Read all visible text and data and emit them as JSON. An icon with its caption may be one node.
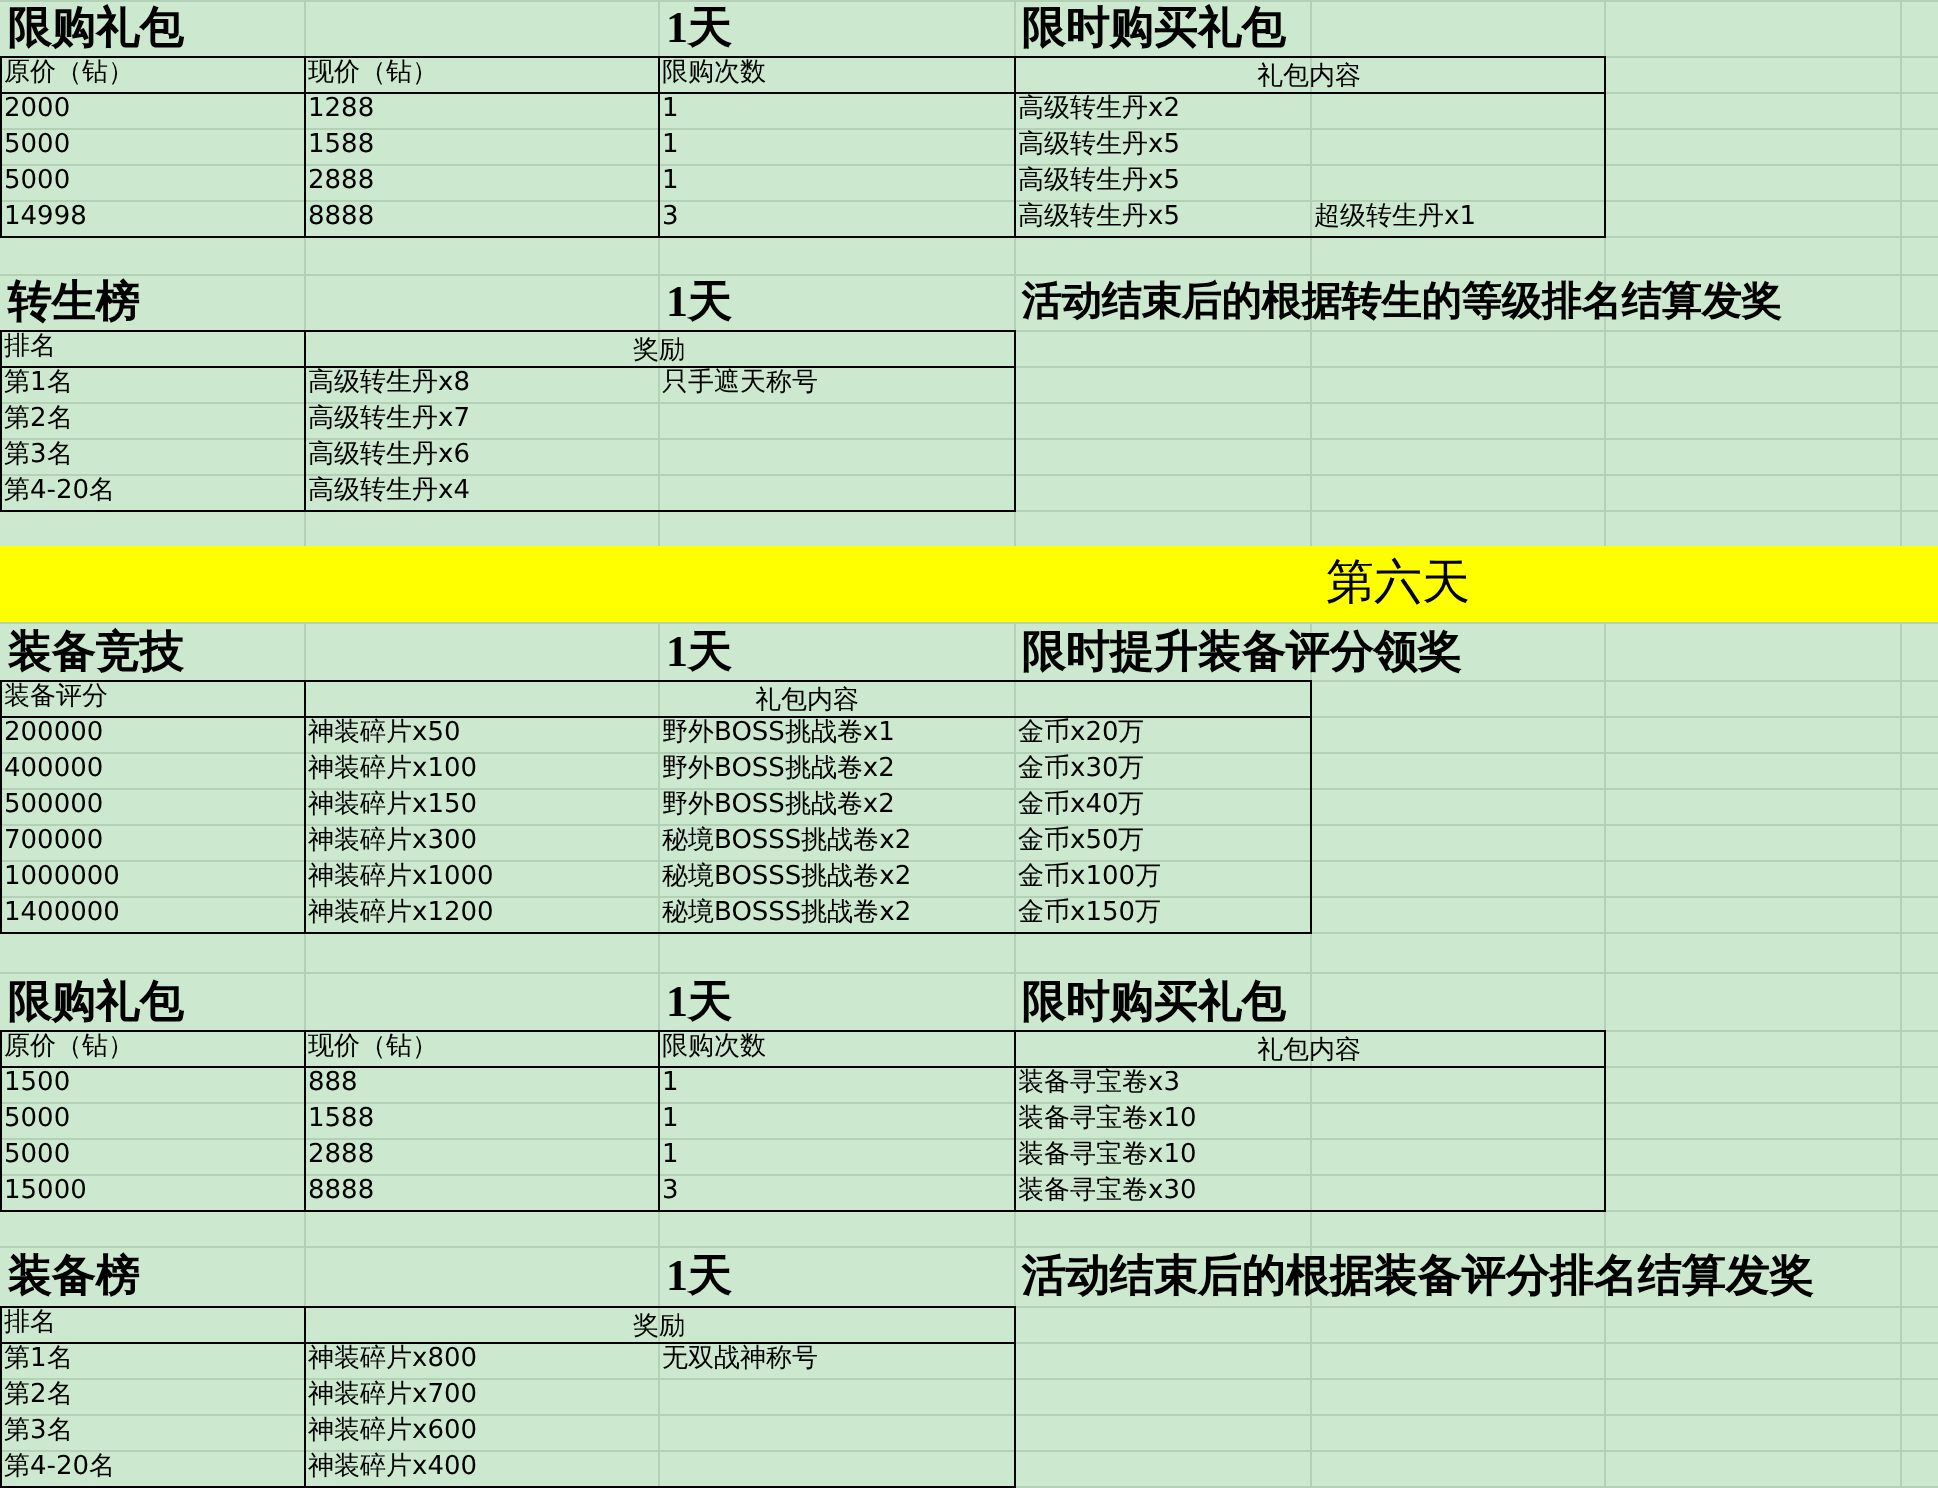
{
  "diagram": {
    "labels": [
      "限购礼包",
      "1天",
      "限时购买礼包",
      "原价（钻）",
      "现价（钻）",
      "限购次数",
      "礼包内容",
      "2000",
      "1288",
      "1",
      "高级转生丹x2",
      "5000",
      "1588",
      "1",
      "高级转生丹x5",
      "5000",
      "2888",
      "1",
      "高级转生丹x5",
      "14998",
      "8888",
      "3",
      "高级转生丹x5",
      "超级转生丹x1",
      "转生榜",
      "1天",
      "活动结束后的根据转生的等级排名结算发奖",
      "排名",
      "奖励",
      "第1名",
      "高级转生丹x8",
      "只手遮天称号",
      "第2名",
      "高级转生丹x7",
      "第3名",
      "高级转生丹x6",
      "第4-20名",
      "高级转生丹x4",
      "第六天",
      "装备竞技",
      "1天",
      "限时提升装备评分领奖",
      "装备评分",
      "礼包内容",
      "200000",
      "神装碎片x50",
      "野外BOSS挑战卷x1",
      "金币x20万",
      "400000",
      "神装碎片x100",
      "野外BOSS挑战卷x2",
      "金币x30万",
      "500000",
      "神装碎片x150",
      "野外BOSS挑战卷x2",
      "金币x40万",
      "700000",
      "神装碎片x300",
      "秘境BOSSS挑战卷x2",
      "金币x50万",
      "1000000",
      "神装碎片x1000",
      "秘境BOSSS挑战卷x2",
      "金币x100万",
      "1400000",
      "神装碎片x1200",
      "秘境BOSSS挑战卷x2",
      "金币x150万",
      "限购礼包",
      "1天",
      "限时购买礼包",
      "原价（钻）",
      "现价（钻）",
      "限购次数",
      "礼包内容",
      "1500",
      "888",
      "1",
      "装备寻宝卷x3",
      "5000",
      "1588",
      "1",
      "装备寻宝卷x10",
      "5000",
      "2888",
      "1",
      "装备寻宝卷x10",
      "15000",
      "8888",
      "3",
      "装备寻宝卷x30",
      "装备榜",
      "1天",
      "活动结束后的根据装备评分排名结算发奖",
      "排名",
      "奖励",
      "第1名",
      "神装碎片x800",
      "无双战神称号",
      "第2名",
      "神装碎片x700",
      "第3名",
      "神装碎片x600",
      "第4-20名",
      "神装碎片x400"
    ]
  }
}
